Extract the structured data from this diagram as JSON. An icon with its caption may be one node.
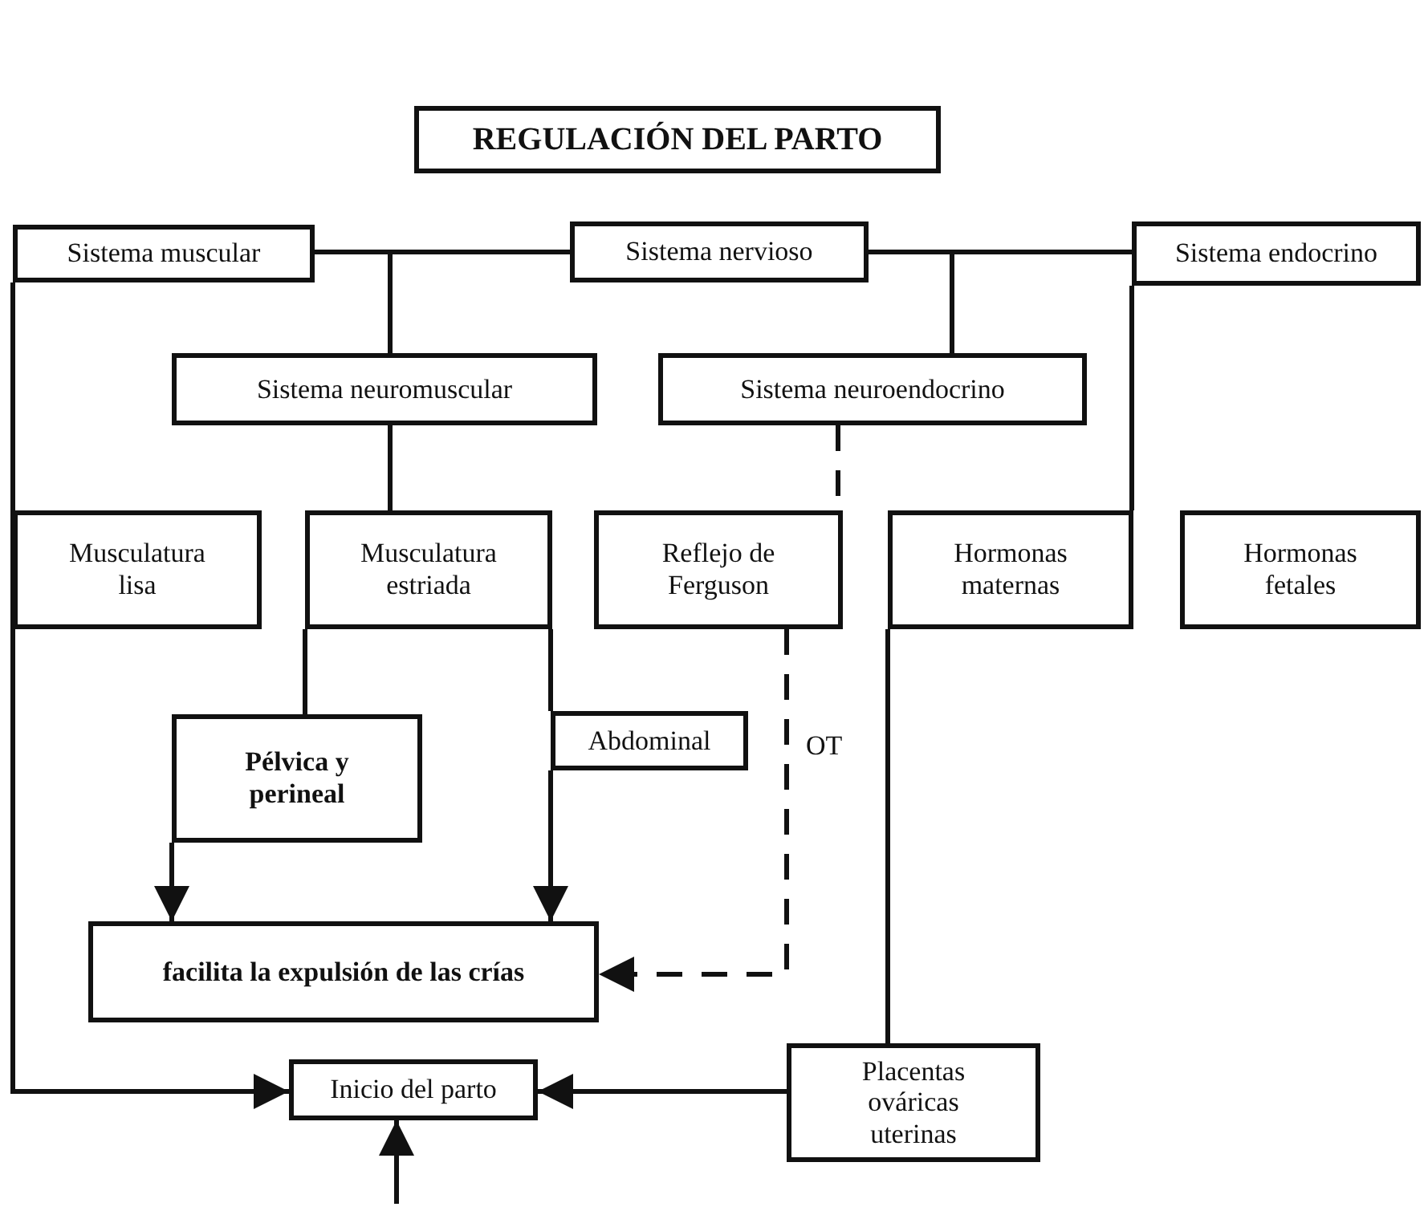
{
  "diagram": {
    "title": "REGULACIÓN DEL PARTO",
    "nodes": [
      {
        "text": [
          "Sistema muscular"
        ]
      },
      {
        "text": [
          "Sistema nervioso"
        ]
      },
      {
        "text": [
          "Sistema endocrino"
        ]
      },
      {
        "text": [
          "Sistema neuromuscular"
        ]
      },
      {
        "text": [
          "Sistema neuroendocrino"
        ]
      },
      {
        "text": [
          "Musculatura lisa"
        ]
      },
      {
        "text": [
          "Musculatura estriada"
        ]
      },
      {
        "text": [
          "Reflejo de Ferguson"
        ]
      },
      {
        "text": [
          "Hormonas maternas"
        ]
      },
      {
        "text": [
          "Hormonas fetales"
        ]
      },
      {
        "text": [
          "Pélvica y perineal"
        ]
      },
      {
        "text": [
          "Abdominal"
        ]
      },
      {
        "text": [
          "facilita la expulsión de las crías"
        ]
      },
      {
        "text": [
          "Inicio del parto"
        ]
      },
      {
        "text": [
          "Placentas ováricas uterinas"
        ]
      }
    ],
    "edges": [
      {
        "from": 0,
        "to": 1,
        "arrow": "none"
      },
      {
        "from": 1,
        "to": 2,
        "arrow": "none"
      },
      {
        "from": 0,
        "to": 3,
        "arrow": "none"
      },
      {
        "from": 1,
        "to": 3,
        "arrow": "none"
      },
      {
        "from": 1,
        "to": 4,
        "arrow": "none"
      },
      {
        "from": 2,
        "to": 4,
        "arrow": "none"
      },
      {
        "from": 3,
        "to": 6,
        "arrow": "none"
      },
      {
        "from": 4,
        "to": 7,
        "arrow": "none",
        "style": "dashed"
      },
      {
        "from": 6,
        "to": 10,
        "arrow": "none"
      },
      {
        "from": 6,
        "to": 11,
        "arrow": "none"
      },
      {
        "from": 11,
        "to": 12,
        "arrow": "to"
      },
      {
        "from": 10,
        "to": 12,
        "arrow": "to"
      },
      {
        "from": 7,
        "to": 12,
        "arrow": "to",
        "style": "dashed",
        "label": "OT"
      },
      {
        "from": 2,
        "to": 8,
        "arrow": "none"
      },
      {
        "from": 8,
        "to": 14,
        "arrow": "none"
      },
      {
        "from": 0,
        "to": 13,
        "arrow": "to"
      },
      {
        "from": 14,
        "to": 13,
        "arrow": "to"
      },
      {
        "from": null,
        "to": 13,
        "arrow": "to"
      }
    ]
  }
}
